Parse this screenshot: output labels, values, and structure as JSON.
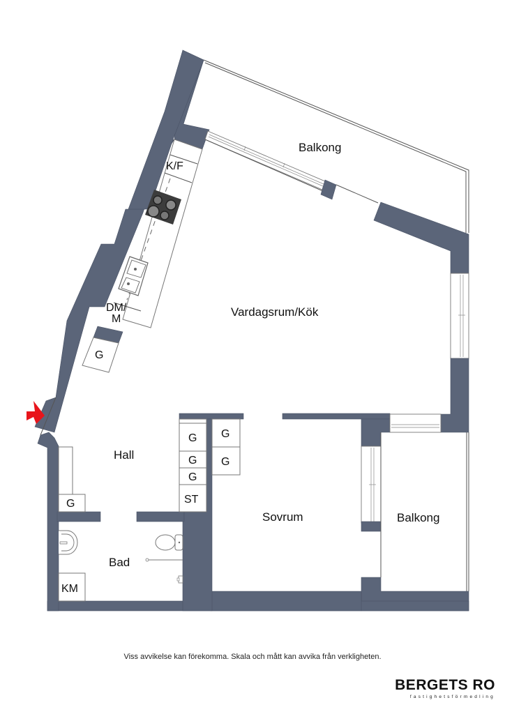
{
  "floorplan": {
    "rooms": {
      "balcony_top": "Balkong",
      "living_kitchen": "Vardagsrum/Kök",
      "hall": "Hall",
      "bedroom": "Sovrum",
      "balcony_right": "Balkong",
      "bathroom": "Bad"
    },
    "fixtures": {
      "fridge_freezer": "K/F",
      "dishwasher_line1": "DM/",
      "dishwasher_line2": "M",
      "wardrobe_kitchen": "G",
      "wardrobe_hall_bottom": "G",
      "wardrobe_stack_1": "G",
      "wardrobe_stack_2": "G",
      "wardrobe_stack_3": "G",
      "storage_stack": "ST",
      "wardrobe_bedroom_1": "G",
      "wardrobe_bedroom_2": "G",
      "washing_machine": "KM"
    },
    "entrance_marker": "entrance-arrow",
    "colors": {
      "wall": "#5b6579",
      "entrance_arrow": "#e8141b",
      "hob": "#3c3c3c"
    }
  },
  "footer": {
    "disclaimer": "Viss avvikelse kan förekomma. Skala och mått kan avvika från verkligheten.",
    "brand_name": "BERGETS RO",
    "brand_tagline": "fastighetsförmedling"
  }
}
